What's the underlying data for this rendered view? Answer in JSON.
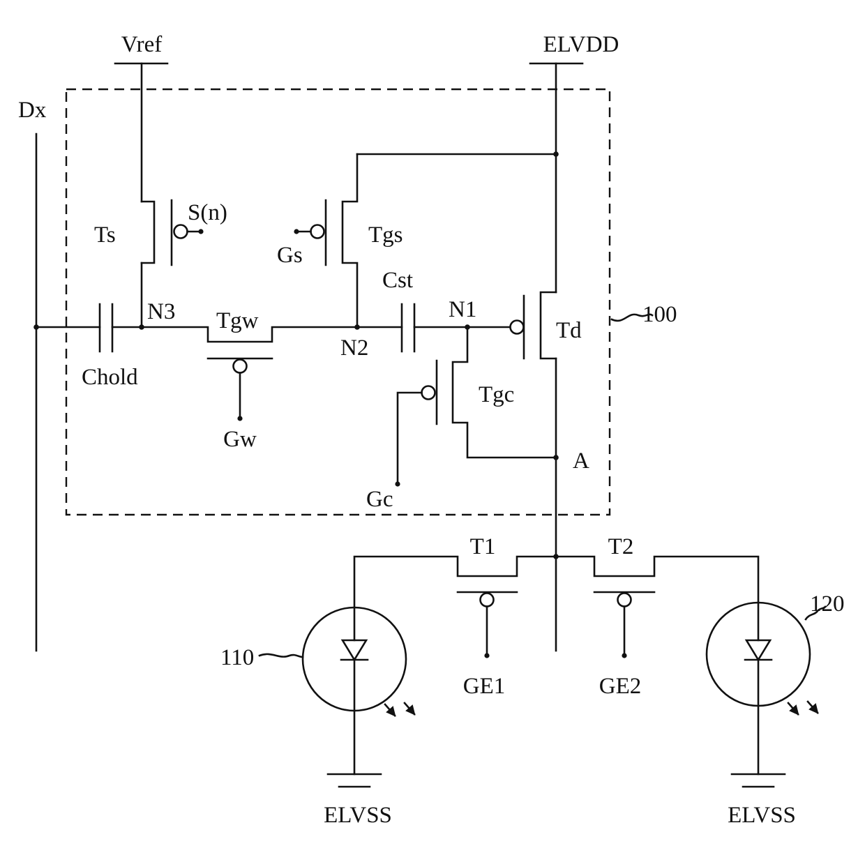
{
  "rails": {
    "vref": "Vref",
    "elvdd": "ELVDD",
    "data_line": "Dx",
    "elvss_left": "ELVSS",
    "elvss_right": "ELVSS"
  },
  "pixel_circuit": {
    "reference": "100",
    "transistors": {
      "ts": "Ts",
      "tgs": "Tgs",
      "tgw": "Tgw",
      "td": "Td",
      "tgc": "Tgc"
    },
    "capacitors": {
      "chold": "Chold",
      "cst": "Cst"
    },
    "nodes": {
      "n1": "N1",
      "n2": "N2",
      "n3": "N3",
      "a": "A"
    },
    "gate_signals": {
      "scan": "S(n)",
      "gs": "Gs",
      "gw": "Gw",
      "gc": "Gc"
    }
  },
  "emission": {
    "t1": "T1",
    "t2": "T2",
    "ge1": "GE1",
    "ge2": "GE2",
    "led_left_ref": "110",
    "led_right_ref": "120"
  }
}
